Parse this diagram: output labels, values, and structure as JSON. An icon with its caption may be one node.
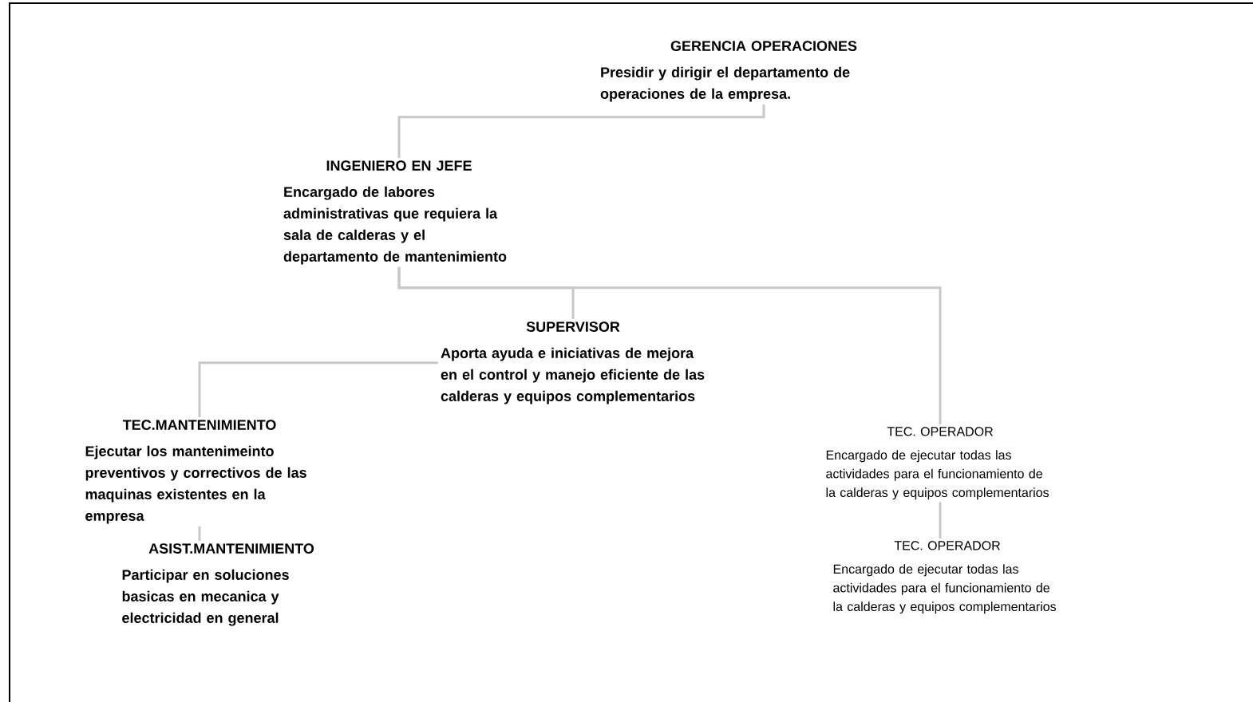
{
  "diagram": {
    "nodes": [
      {
        "text": [
          "GERENCIA  OPERACIONES",
          "Presidir y dirigir  el departamento de operaciones de la empresa."
        ]
      },
      {
        "text": [
          "INGENIERO EN JEFE",
          "Encargado de labores administrativas que requiera la sala de calderas y el departamento de mantenimiento"
        ]
      },
      {
        "text": [
          "SUPERVISOR",
          "Aporta ayuda e iniciativas de mejora en el control y manejo eficiente de las calderas y equipos complementarios"
        ]
      },
      {
        "text": [
          "TEC.MANTENIMIENTO",
          "Ejecutar los mantenimeinto preventivos y correctivos de las maquinas existentes en la empresa"
        ]
      },
      {
        "text": [
          "TEC. OPERADOR",
          "Encargado de ejecutar todas las actividades para el funcionamiento de la calderas y equipos complementarios"
        ]
      },
      {
        "text": [
          "ASIST.MANTENIMIENTO",
          "Participar en soluciones basicas en mecanica y electricidad en general"
        ]
      },
      {
        "text": [
          "TEC. OPERADOR",
          "Encargado de ejecutar todas las actividades para el funcionamiento de la calderas y equipos complementarios"
        ]
      }
    ],
    "edges": [
      {
        "from": 0,
        "to": 1,
        "arrow": "none"
      },
      {
        "from": 1,
        "to": 2,
        "arrow": "none"
      },
      {
        "from": 1,
        "to": 4,
        "arrow": "none"
      },
      {
        "from": 2,
        "to": 3,
        "arrow": "none"
      },
      {
        "from": 3,
        "to": 5,
        "arrow": "none"
      },
      {
        "from": 4,
        "to": 6,
        "arrow": "none"
      }
    ]
  }
}
